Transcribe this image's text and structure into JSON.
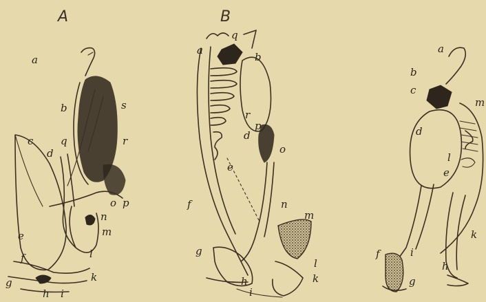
{
  "panels": {
    "A": "A",
    "B": "B"
  },
  "labels_A": {
    "a": "a",
    "b": "b",
    "s": "s",
    "c": "c",
    "q": "q",
    "r": "r",
    "d": "d",
    "o": "o",
    "p": "p",
    "n": "n",
    "m": "m",
    "l": "l",
    "e": "e",
    "f": "f",
    "k": "k",
    "g": "g",
    "h": "h",
    "i": "i"
  },
  "labels_B": {
    "a": "a",
    "q": "q",
    "b": "b",
    "r": "r",
    "p": "p",
    "d": "d",
    "o": "o",
    "e": "e",
    "f": "f",
    "n": "n",
    "m": "m",
    "g": "g",
    "l": "l",
    "h": "h",
    "k": "k",
    "i": "i"
  },
  "labels_C": {
    "a": "a",
    "b": "b",
    "c": "c",
    "m": "m",
    "d": "d",
    "l": "l",
    "e": "e",
    "k": "k",
    "f": "f",
    "i": "i",
    "h": "h",
    "g": "g"
  }
}
